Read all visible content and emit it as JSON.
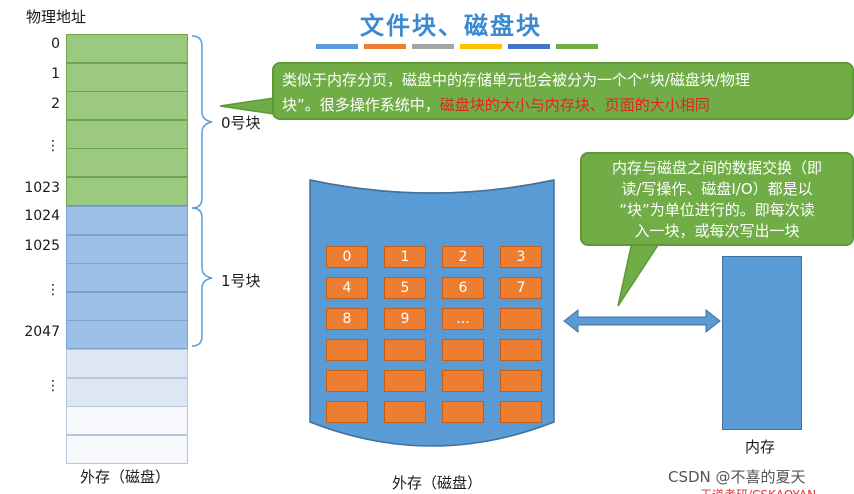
{
  "left_column": {
    "title": "物理地址",
    "addresses": [
      "0",
      "1",
      "2",
      "⋮",
      "1023",
      "1024",
      "1025",
      "⋮",
      "2047",
      "⋮"
    ],
    "block0_label": "0号块",
    "block1_label": "1号块",
    "bottom_label": "外存（磁盘）"
  },
  "title": "文件块、磁盘块",
  "title_bar_colors": [
    "#5b9bd5",
    "#ed7d31",
    "#a5a5a5",
    "#ffc000",
    "#4472c4",
    "#70ad47"
  ],
  "callout1": {
    "line1": "类似于内存分页，磁盘中的存储单元也会被分为一个个“块/磁盘块/物理",
    "line2_normal": "块”。很多操作系统中，",
    "line2_red": "磁盘块的大小与内存块、页面的大小相同"
  },
  "callout2": {
    "line1": "内存与磁盘之间的数据交换（即",
    "line2": "读/写操作、磁盘I/O）都是以",
    "line3": "“块”为单位进行的。即每次读",
    "line4": "入一块，或每次写出一块"
  },
  "disk": {
    "tiles": [
      "0",
      "1",
      "2",
      "3",
      "4",
      "5",
      "6",
      "7",
      "8",
      "9",
      "...",
      "",
      "",
      "",
      "",
      "",
      "",
      "",
      "",
      "",
      "",
      "",
      "",
      ""
    ],
    "label": "外存（磁盘）"
  },
  "memory": {
    "label": "内存"
  },
  "colors": {
    "green_block": "#9bc97f",
    "blue_block": "#9dc0e6",
    "disk_body": "#5b9bd5",
    "tile": "#ed7d31",
    "callout": "#70ad47",
    "title": "#3a8ad1",
    "highlight_red": "#e0261c"
  },
  "watermark": "CSDN @不喜的夏天",
  "watermark_red": "王道考研/CSKAOYAN"
}
